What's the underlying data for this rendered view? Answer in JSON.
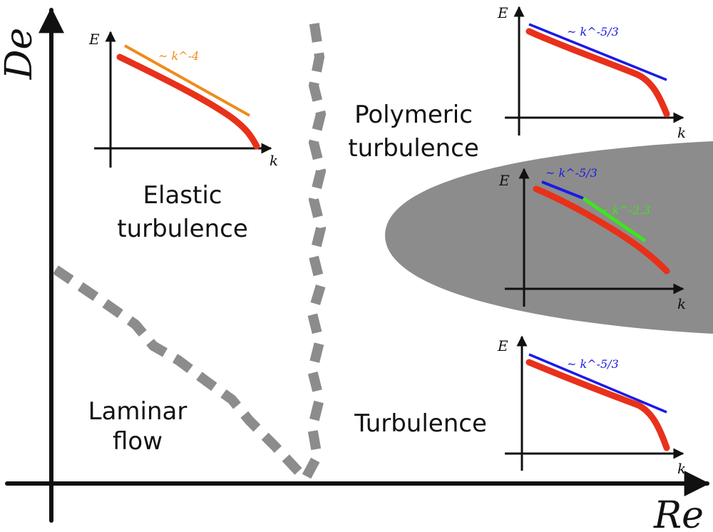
{
  "axes": {
    "x_title": "Re",
    "y_title": "De"
  },
  "regions": {
    "elastic": [
      "Elastic",
      "turbulence"
    ],
    "polymeric": [
      "Polymeric",
      "turbulence"
    ],
    "laminar": [
      "Laminar",
      "flow"
    ],
    "turbulence": [
      "Turbulence"
    ]
  },
  "insets": {
    "energy_label": "E",
    "wavenumber_label": "k",
    "elastic_slope": "~ k^-4",
    "polymeric_slope": "~ k^-5/3",
    "mixed_slope_1": "~ k^-5/3",
    "mixed_slope_2": "~ k^-2.3",
    "turbulence_slope": "~ k^-5/3"
  },
  "colors": {
    "spectrum": "#e8311a",
    "kolmogorov": "#1a1ae6",
    "elastic_fit": "#f08a1c",
    "elastic_polymeric_fit": "#3de61a",
    "boundary": "#8c8c8c",
    "shaded_region": "#8c8c8c"
  }
}
